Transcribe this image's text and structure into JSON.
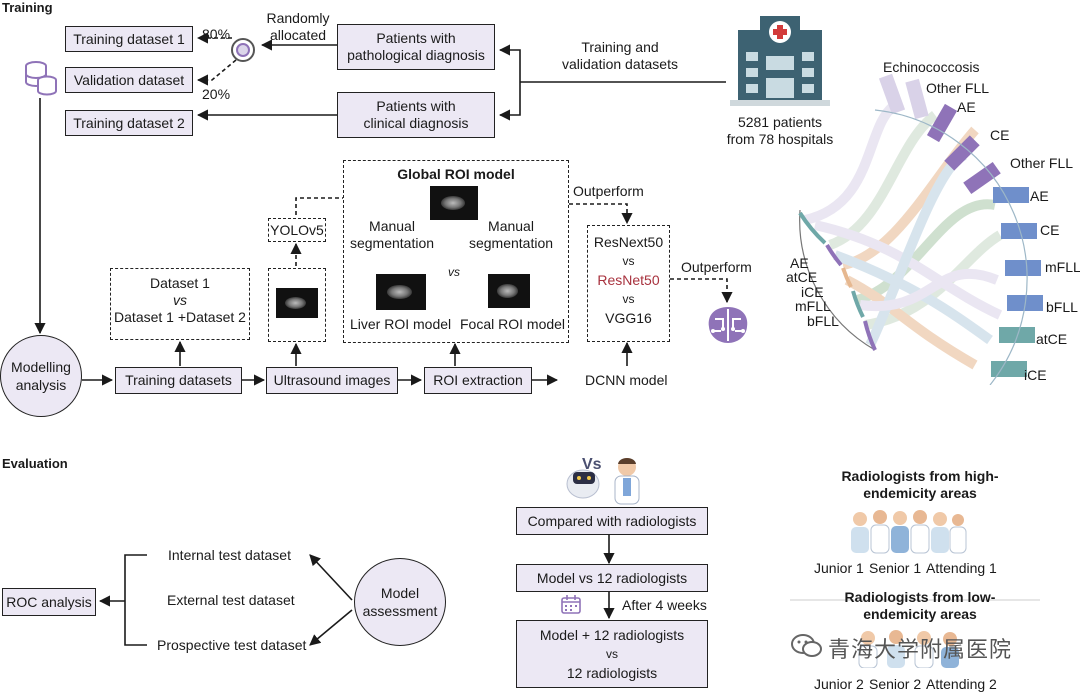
{
  "sections": {
    "training": "Training",
    "evaluation": "Evaluation"
  },
  "training": {
    "training_dataset_1": "Training dataset 1",
    "validation_dataset": "Validation dataset",
    "training_dataset_2": "Training dataset 2",
    "pct_80": "80%",
    "pct_20": "20%",
    "randomly_allocated": [
      "Randomly",
      "allocated"
    ],
    "patients_pathological": [
      "Patients with",
      "pathological diagnosis"
    ],
    "patients_clinical": [
      "Patients with",
      "clinical diagnosis"
    ],
    "training_validation": [
      "Training and",
      "validation datasets"
    ],
    "hospital_caption": [
      "5281 patients",
      "from 78 hospitals"
    ],
    "modelling_analysis": [
      "Modelling",
      "analysis"
    ],
    "dataset_compare": [
      "Dataset 1",
      "vs",
      "Dataset 1 +Dataset 2"
    ],
    "training_datasets": "Training datasets",
    "yolo": "YOLOv5",
    "ultrasound_images": "Ultrasound images",
    "global_roi_model": "Global ROI model",
    "manual_seg_left": [
      "Manual",
      "segmentation"
    ],
    "manual_seg_right": [
      "Manual",
      "segmentation"
    ],
    "vs": "vs",
    "liver_roi_model": "Liver ROI model",
    "focal_roi_model": "Focal ROI model",
    "roi_extraction": "ROI extraction",
    "outperform_1": "Outperform",
    "outperform_2": "Outperform",
    "dcnn_compare": [
      "ResNext50",
      "vs",
      "ResNet50",
      "vs",
      "VGG16"
    ],
    "dcnn_model": "DCNN model"
  },
  "sankey": {
    "left_labels": [
      "AE",
      "atCE",
      "iCE",
      "mFLL",
      "bFLL"
    ],
    "top_labels": [
      "Echinococcosis",
      "Other FLL",
      "AE",
      "CE",
      "Other FLL"
    ],
    "right_labels": [
      "AE",
      "CE",
      "mFLL",
      "bFLL",
      "atCE",
      "iCE"
    ],
    "colors": {
      "light_purple": "#d9d2e8",
      "purple": "#8f73b8",
      "blue": "#6f8fcb",
      "teal": "#6fa8a8",
      "orange": "#e6b890",
      "green": "#a8c8a8"
    }
  },
  "evaluation": {
    "internal": "Internal test dataset",
    "external": "External test dataset",
    "prospective": "Prospective test dataset",
    "model_assessment": [
      "Model",
      "assessment"
    ],
    "roc": "ROC analysis",
    "compared": "Compared with radiologists",
    "model_vs_12": "Model vs 12 radiologists",
    "after_4_weeks": "After 4 weeks",
    "combo": [
      "Model + 12 radiologists",
      "vs",
      "12 radiologists"
    ],
    "vs_badge": "Vs",
    "high_title": [
      "Radiologists from high-",
      "endemicity areas"
    ],
    "high_levels": [
      "Junior 1",
      "Senior 1",
      "Attending 1"
    ],
    "low_title": [
      "Radiologists from low-",
      "endemicity areas"
    ],
    "low_levels": [
      "Junior 2",
      "Senior 2",
      "Attending 2"
    ]
  },
  "watermark": "青海大学附属医院"
}
